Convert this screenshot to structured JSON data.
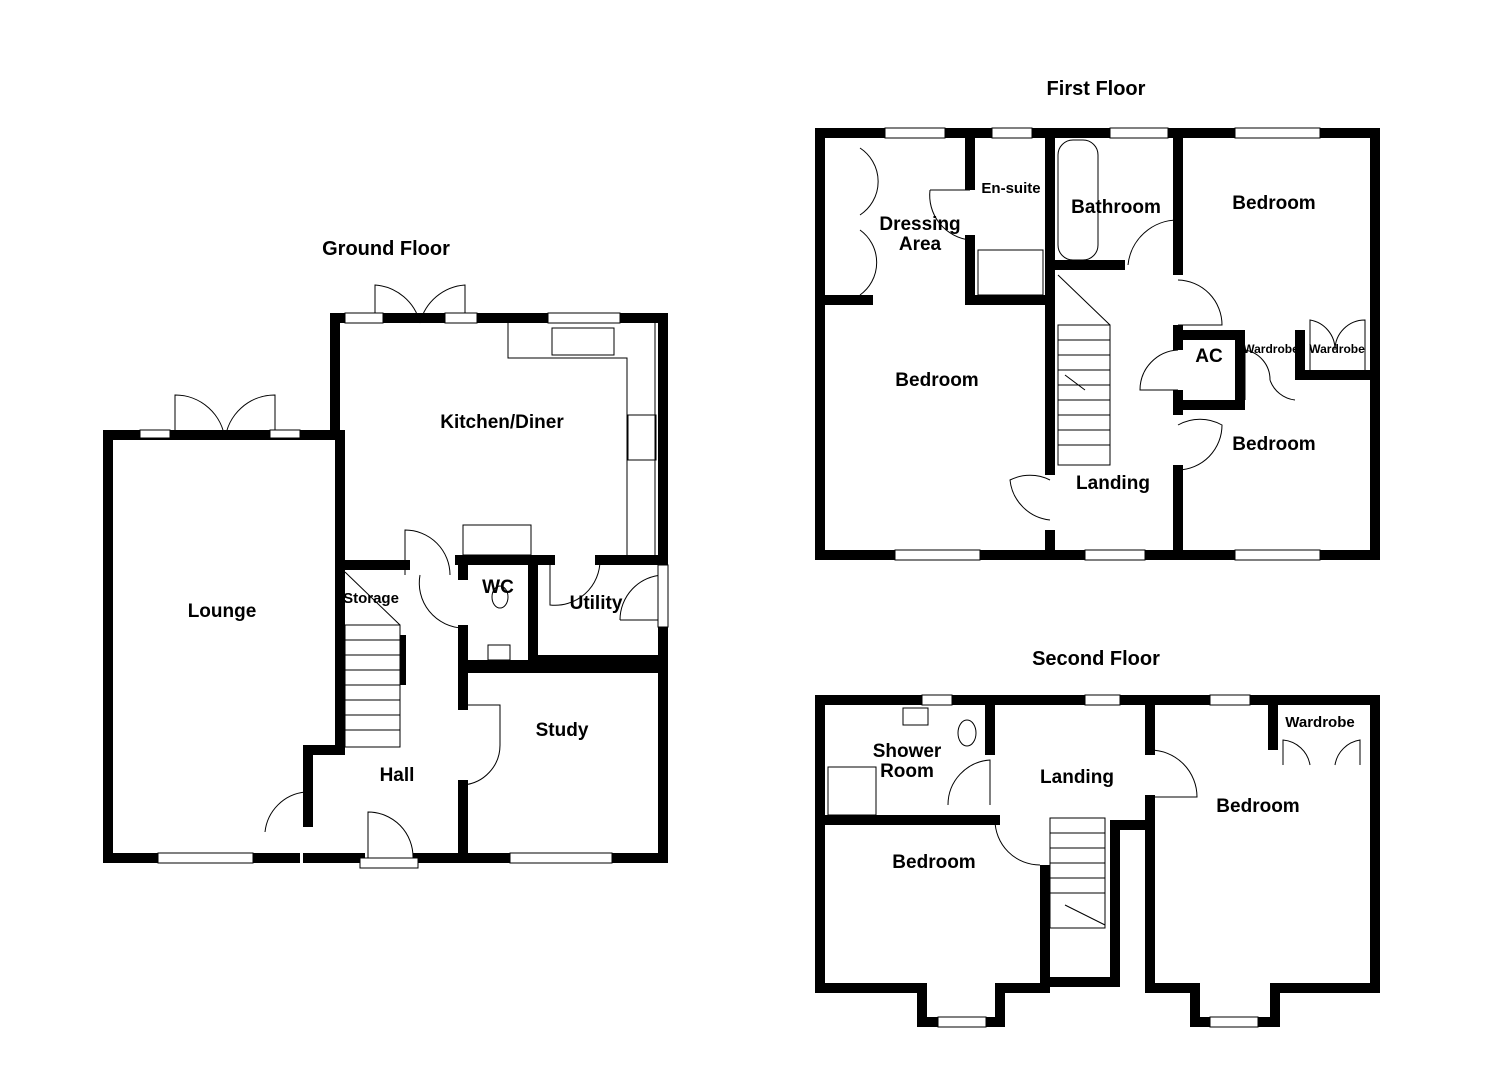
{
  "floors": {
    "ground": {
      "title": "Ground Floor",
      "rooms": {
        "lounge": "Lounge",
        "kitchen": "Kitchen/Diner",
        "storage": "Storage",
        "wc": "WC",
        "utility": "Utility",
        "study": "Study",
        "hall": "Hall"
      }
    },
    "first": {
      "title": "First Floor",
      "rooms": {
        "dressing1": "Dressing",
        "dressing2": "Area",
        "ensuite": "En-suite",
        "bathroom": "Bathroom",
        "bedroom_ne": "Bedroom",
        "bedroom_main": "Bedroom",
        "ac": "AC",
        "wardrobe1": "Wardrobe",
        "wardrobe2": "Wardrobe",
        "bedroom_se": "Bedroom",
        "landing": "Landing"
      }
    },
    "second": {
      "title": "Second Floor",
      "rooms": {
        "shower1": "Shower",
        "shower2": "Room",
        "landing": "Landing",
        "wardrobe": "Wardrobe",
        "bedroom_right": "Bedroom",
        "bedroom_left": "Bedroom"
      }
    }
  }
}
